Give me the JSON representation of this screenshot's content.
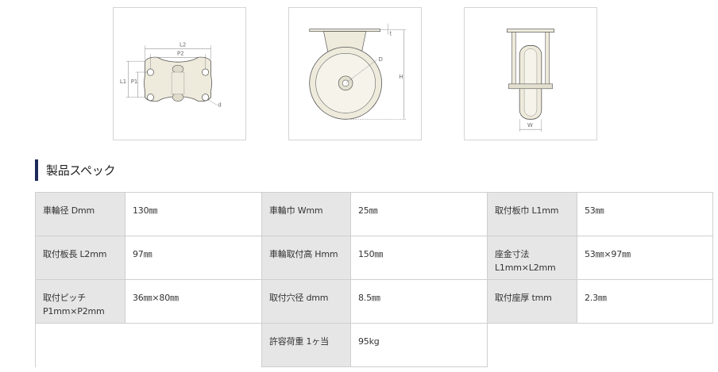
{
  "diagrams": {
    "top_view": {
      "labels": [
        "L2",
        "P2",
        "L1",
        "P1",
        "d"
      ]
    },
    "side_view": {
      "labels": [
        "t",
        "D",
        "H"
      ]
    },
    "front_view": {
      "labels": [
        "W"
      ]
    }
  },
  "section": {
    "title": "製品スペック"
  },
  "specs": {
    "rows": [
      [
        {
          "label": "車輪径 Dmm",
          "value": "130㎜"
        },
        {
          "label": "車輪巾 Wmm",
          "value": "25㎜"
        },
        {
          "label": "取付板巾 L1mm",
          "value": "53㎜"
        }
      ],
      [
        {
          "label": "取付板長 L2mm",
          "value": "97㎜"
        },
        {
          "label": "車輪取付高 Hmm",
          "value": "150㎜"
        },
        {
          "label": "座金寸法 L1mm×L2mm",
          "value": "53㎜×97㎜"
        }
      ],
      [
        {
          "label": "取付ピッチ P1mm×P2mm",
          "value": "36㎜×80㎜"
        },
        {
          "label": "取付穴径 dmm",
          "value": "8.5㎜"
        },
        {
          "label": "取付座厚 tmm",
          "value": "2.3㎜"
        }
      ],
      [
        {
          "label": "許容荷重 1ヶ当",
          "value": "95kg"
        }
      ]
    ]
  },
  "colors": {
    "heading_bar": "#1d2a59",
    "label_bg": "#e6e6e6",
    "part_fill": "#eeebdc"
  }
}
